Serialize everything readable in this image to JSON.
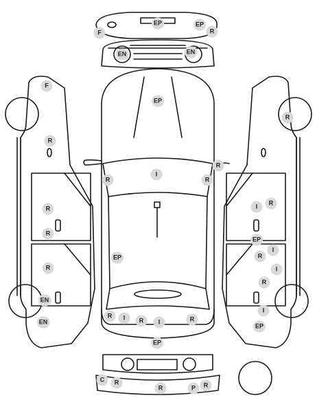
{
  "diagram": {
    "title": "",
    "labels": [
      "F",
      "EP",
      "EP",
      "R",
      "EN",
      "EN",
      "EP",
      "F",
      "R",
      "R",
      "I",
      "R",
      "R",
      "R",
      "R",
      "R",
      "EP",
      "EN",
      "EN",
      "R",
      "I",
      "R",
      "I",
      "R",
      "EP",
      "C",
      "R",
      "R",
      "P",
      "R",
      "R",
      "I",
      "R",
      "EP",
      "I",
      "R",
      "I",
      "R",
      "I",
      "EP"
    ]
  }
}
